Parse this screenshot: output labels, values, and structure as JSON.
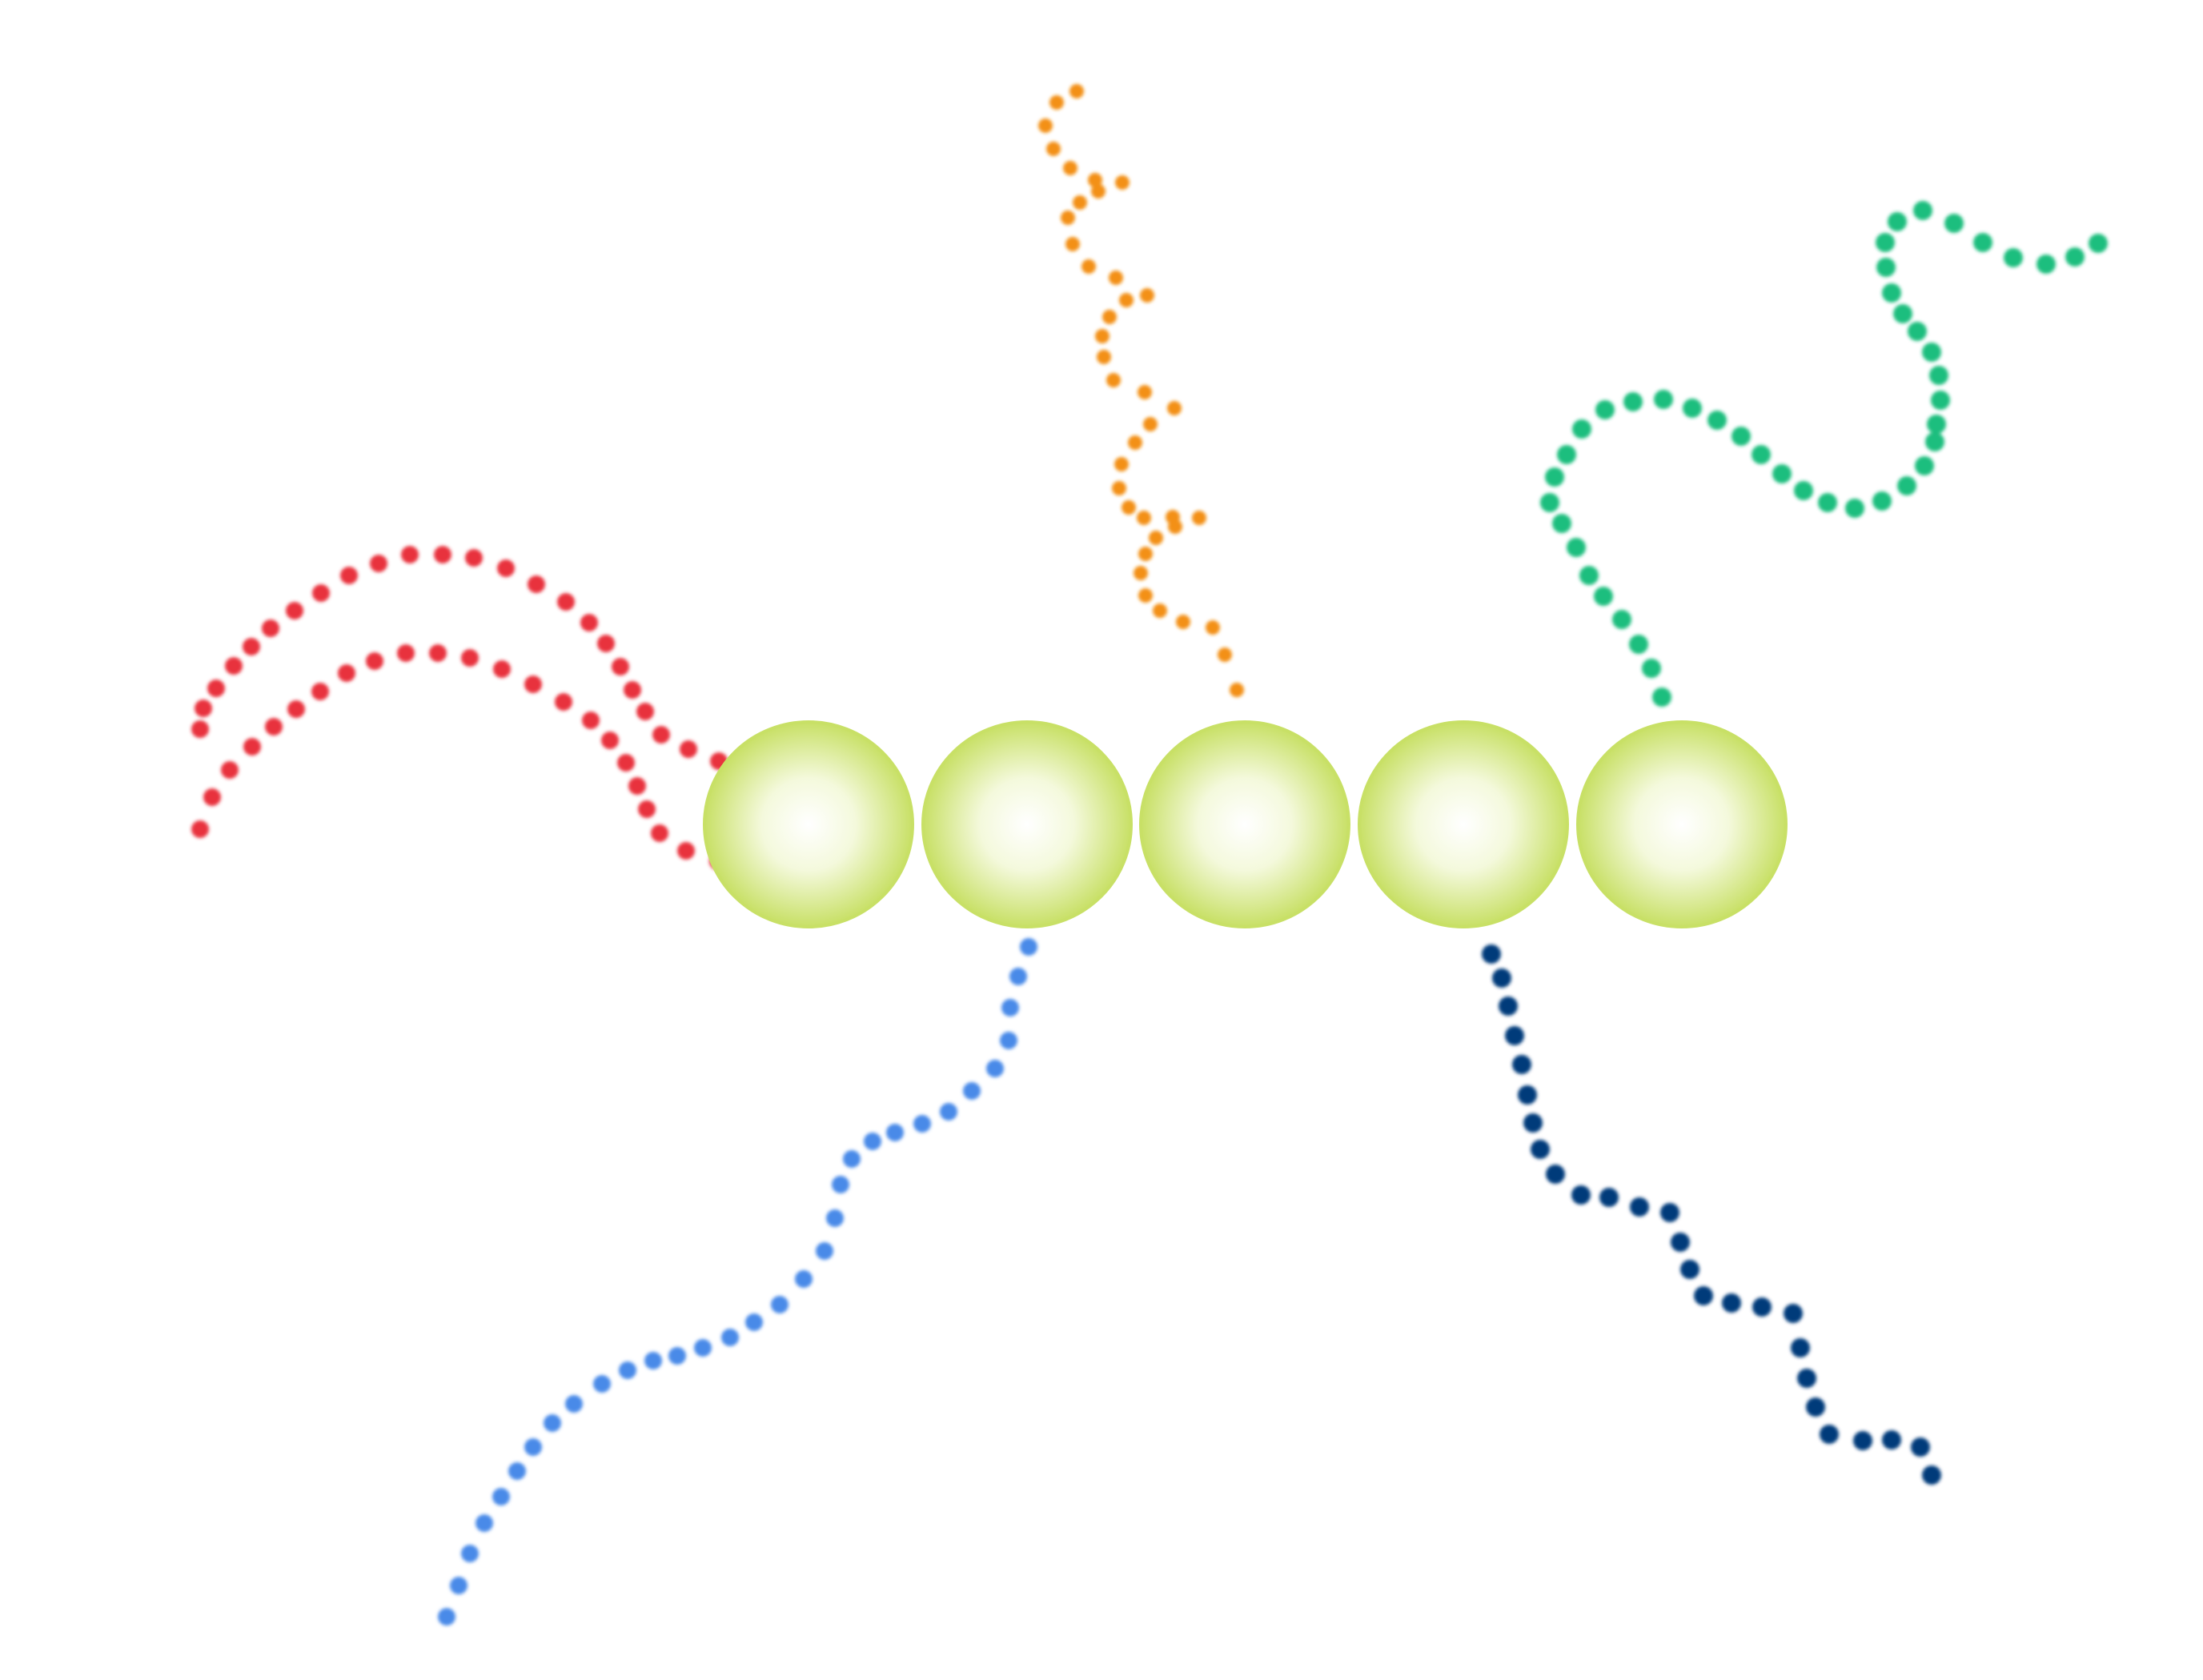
{
  "diagram": {
    "beads": {
      "count": 5,
      "fill_outer": "#c8e066",
      "fill_inner": "#ffffff"
    },
    "chains": [
      {
        "id": "red-chain-upper",
        "color": "#e8333c"
      },
      {
        "id": "red-chain-lower",
        "color": "#e8333c"
      },
      {
        "id": "orange-chain",
        "color": "#f39012"
      },
      {
        "id": "green-chain",
        "color": "#1fbe7e"
      },
      {
        "id": "light-blue-chain",
        "color": "#4a8ae8"
      },
      {
        "id": "dark-blue-chain",
        "color": "#003b7a"
      }
    ]
  }
}
